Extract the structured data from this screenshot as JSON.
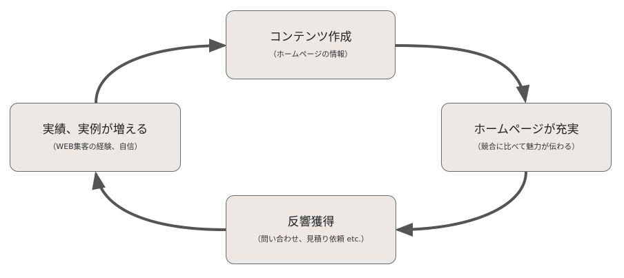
{
  "cycle": {
    "nodes": [
      {
        "id": "content-creation",
        "title": "コンテンツ作成",
        "subtitle": "（ホームページの情報）"
      },
      {
        "id": "homepage-enhanced",
        "title": "ホームページが充実",
        "subtitle": "（競合に比べて魅力が伝わる）"
      },
      {
        "id": "response-gained",
        "title": "反響獲得",
        "subtitle": "（問い合わせ、見積り依頼 etc.）"
      },
      {
        "id": "results-increase",
        "title": "実績、実例が増える",
        "subtitle": "（WEB集客の経験、自信）"
      }
    ],
    "colors": {
      "node_fill": "#ede8e3",
      "node_border": "#6a6a6a",
      "arrow": "#555555"
    }
  }
}
